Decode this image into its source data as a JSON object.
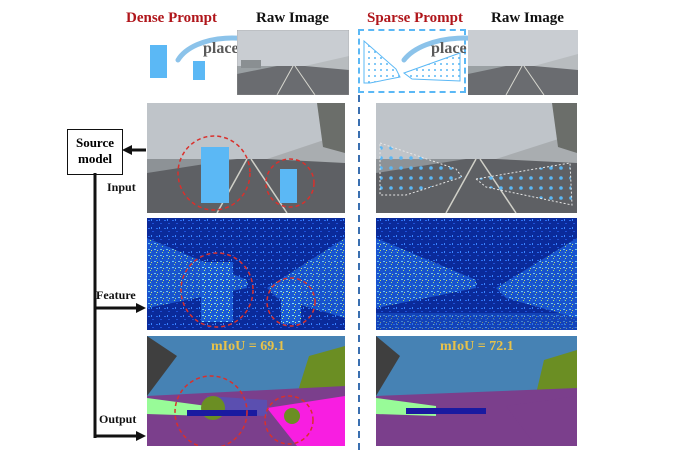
{
  "headers": {
    "dense_prompt": "Dense Prompt",
    "raw_image_left": "Raw Image",
    "sparse_prompt": "Sparse Prompt",
    "raw_image_right": "Raw Image"
  },
  "place_left": "place",
  "place_right": "place",
  "source_model": [
    "Source",
    "model"
  ],
  "row_labels": {
    "input": "Input",
    "feature": "Feature",
    "output": "Output"
  },
  "results": {
    "dense_miou": "mIoU = 69.1",
    "sparse_miou": "mIoU = 72.1"
  },
  "colors": {
    "header_red": "#b0161b",
    "prompt_blue": "#5bb8f5",
    "dashed_divider": "#3a6fb0",
    "circle_red": "#d9302c",
    "miou_yellow": "#e8c24a"
  }
}
